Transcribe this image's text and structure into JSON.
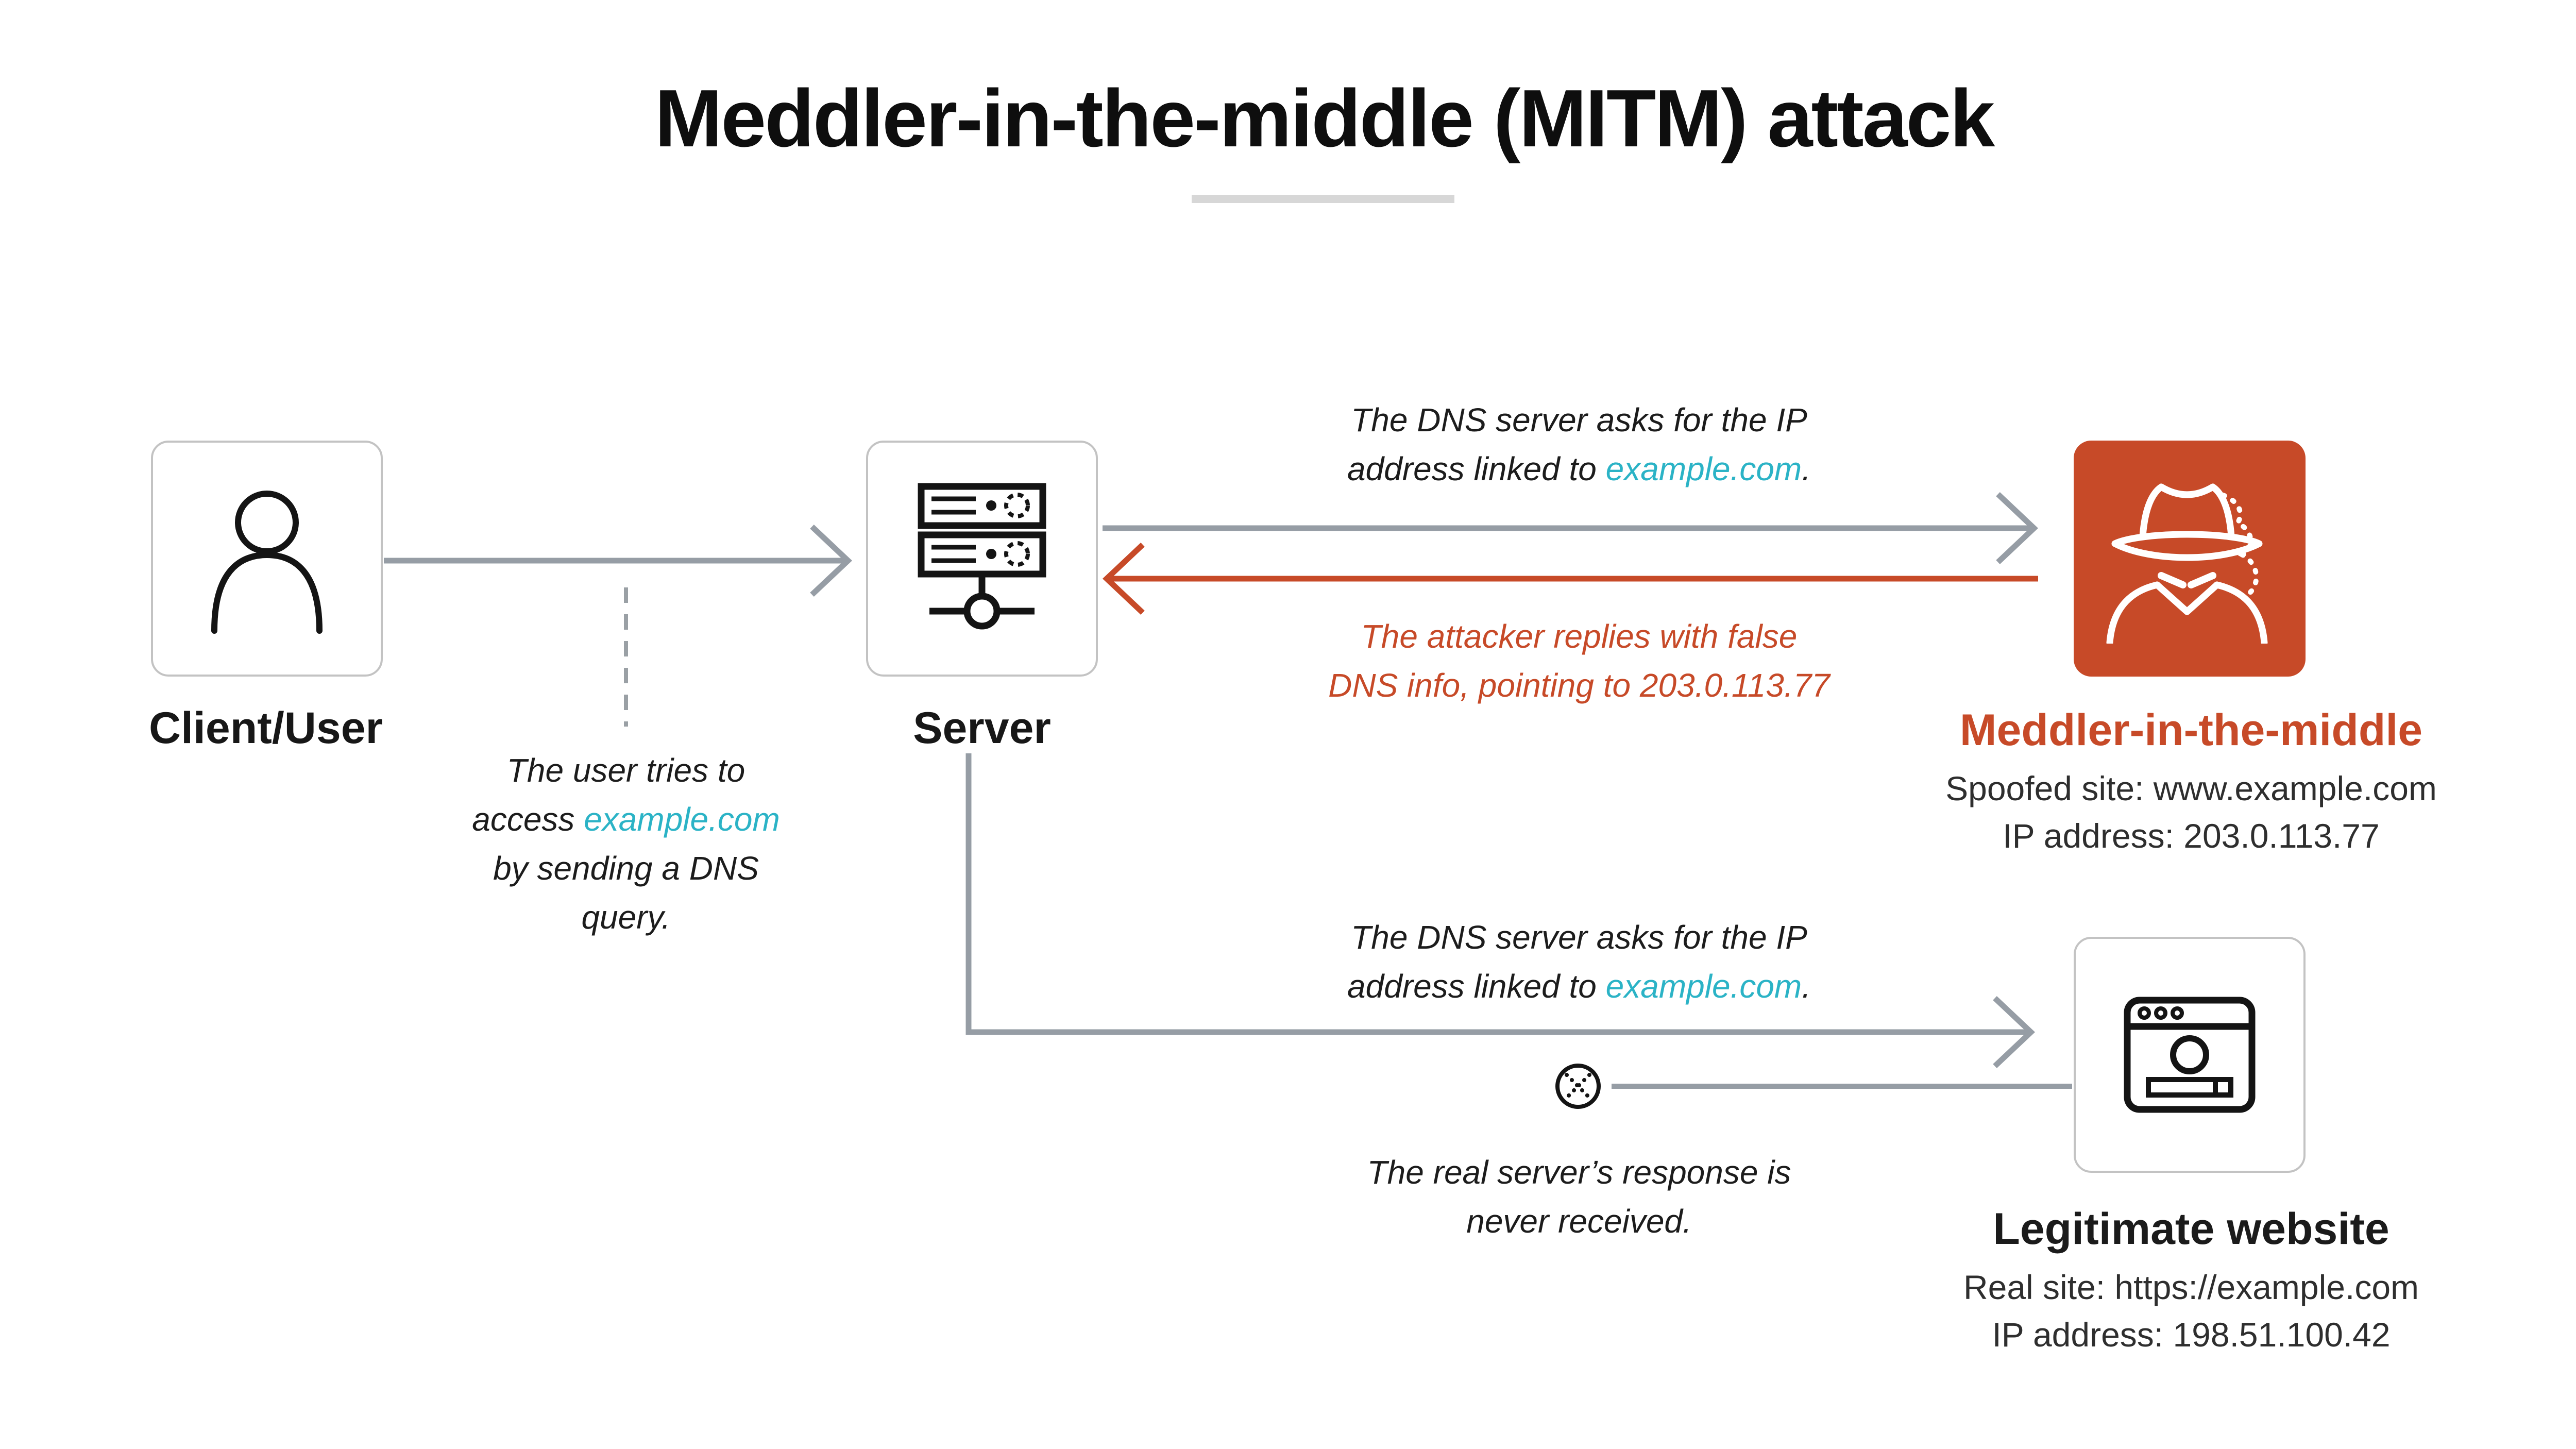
{
  "theme": {
    "accent": "#c74a28",
    "teal": "#2bb3c6",
    "arrow_gray": "#969da5",
    "border_gray": "#c3c3c3",
    "underline_gray": "#d7d7d7",
    "icon_black": "#141414",
    "text_dark": "#171717"
  },
  "title": "Meddler-in-the-middle (MITM) attack",
  "icons": {
    "client": "user-icon",
    "server": "server-rack-icon",
    "attacker": "spy-icon",
    "legit": "browser-window-icon",
    "blocked": "crossed-circle-icon"
  },
  "nodes": {
    "client": {
      "label": "Client/User"
    },
    "server": {
      "label": "Server"
    },
    "attacker": {
      "label": "Meddler-in-the-middle",
      "info1": "Spoofed site: www.example.com",
      "info2": "IP address: 203.0.113.77"
    },
    "legit": {
      "label": "Legitimate website",
      "info1": "Real site: https://example.com",
      "info2": "IP address: 198.51.100.42"
    }
  },
  "annotations": {
    "user_query": {
      "l1": "The user tries to",
      "l2_pre": "access ",
      "l2_link": "example.com",
      "l3": "by sending a DNS",
      "l4": "query."
    },
    "dns_top": {
      "l1": "The DNS server asks for the IP",
      "l2_pre": "address linked to ",
      "l2_link": "example.com",
      "l2_post": "."
    },
    "attacker_reply": {
      "l1": "The attacker replies with false",
      "l2": "DNS info, pointing to 203.0.113.77"
    },
    "dns_bottom": {
      "l1": "The DNS server asks for the IP",
      "l2_pre": "address linked to ",
      "l2_link": "example.com",
      "l2_post": "."
    },
    "blocked_note": {
      "l1": "The real server’s response is",
      "l2": "never received."
    }
  }
}
